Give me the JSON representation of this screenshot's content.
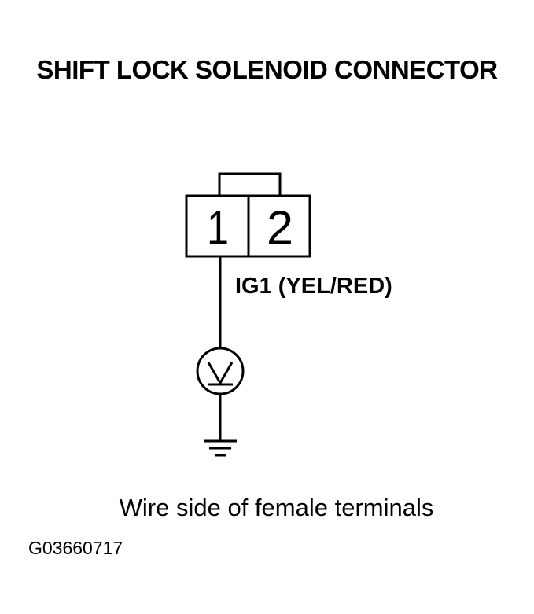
{
  "title": "SHIFT LOCK SOLENOID CONNECTOR",
  "connector": {
    "terminals": [
      "1",
      "2"
    ]
  },
  "wire_label": "IG1 (YEL/RED)",
  "meter_symbol": "voltmeter-icon",
  "ground_symbol": "ground-icon",
  "caption": "Wire side of female terminals",
  "figure_id": "G03660717",
  "colors": {
    "line": "#000000",
    "background": "#ffffff"
  }
}
